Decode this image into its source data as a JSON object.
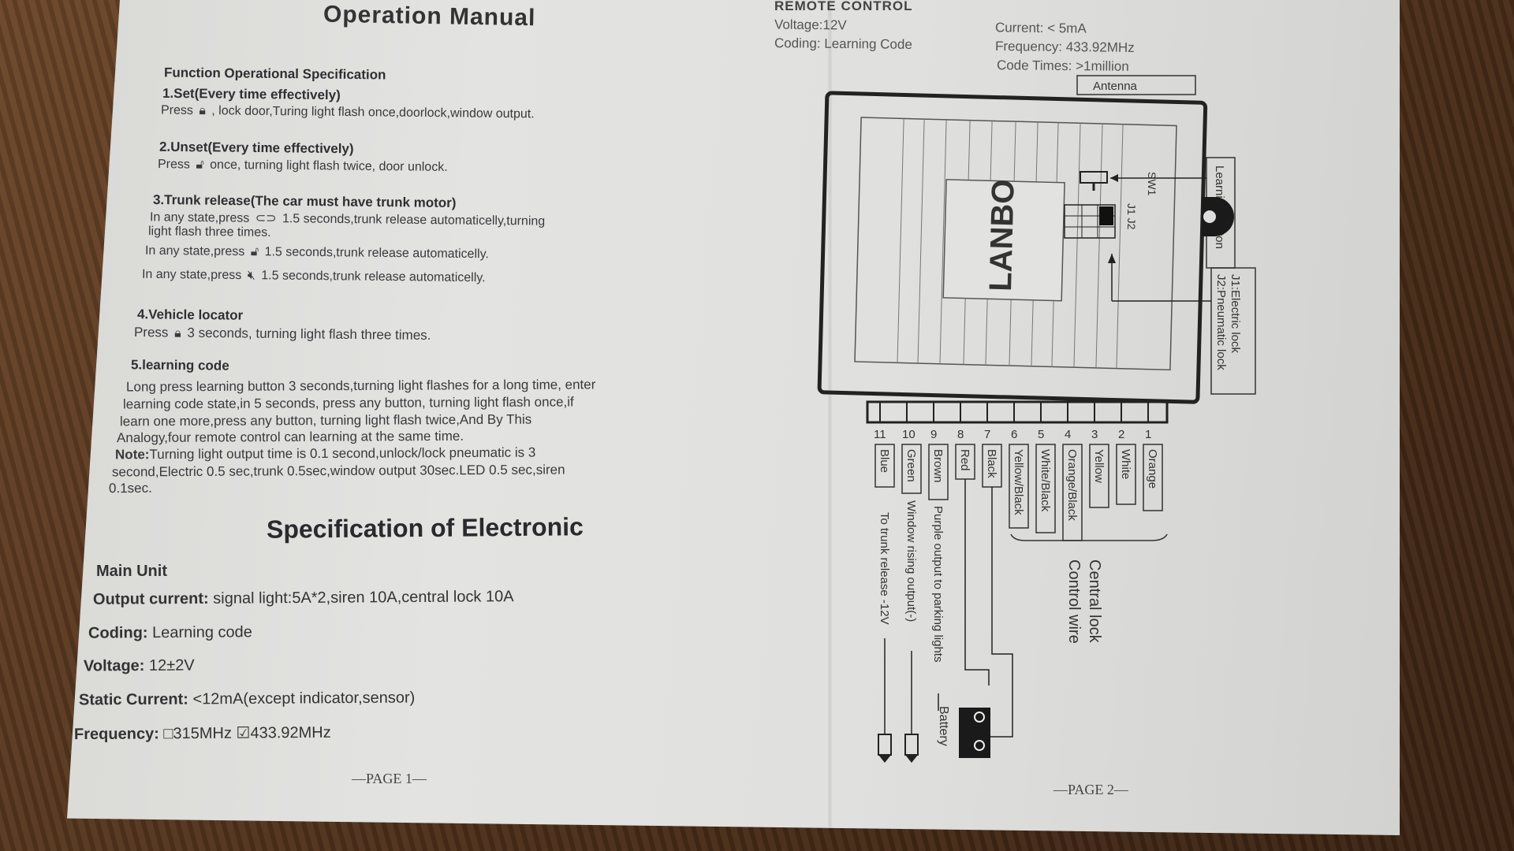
{
  "page1": {
    "title": "Operation Manual",
    "function_heading": "Function Operational Specification",
    "items": [
      {
        "heading": "1.Set(Every time effectively)",
        "lines": [
          {
            "prefix": "Press",
            "icon": "lock-icon",
            "text": ", lock door,Turing light flash once,doorlock,window output."
          }
        ]
      },
      {
        "heading": "2.Unset(Every time effectively)",
        "lines": [
          {
            "prefix": "Press",
            "icon": "unlock-icon",
            "text": "once, turning light flash twice, door unlock."
          }
        ]
      },
      {
        "heading": "3.Trunk release(The car must have trunk motor)",
        "lines": [
          {
            "prefix": "In any state,press",
            "icon": "trunk-icon",
            "text": "1.5 seconds,trunk release automaticelly,turning"
          },
          {
            "prefix": "",
            "icon": "",
            "text": "light flash three times."
          },
          {
            "prefix": "In any state,press",
            "icon": "unlock-icon",
            "text": "1.5 seconds,trunk release automaticelly."
          },
          {
            "prefix": "In any state,press",
            "icon": "mute-icon",
            "text": "1.5 seconds,trunk release automaticelly."
          }
        ]
      },
      {
        "heading": "4.Vehicle locator",
        "lines": [
          {
            "prefix": "Press",
            "icon": "lock-icon",
            "text": "3 seconds, turning light flash three times."
          }
        ]
      },
      {
        "heading": "5.learning code",
        "lines": [
          {
            "prefix": "",
            "icon": "",
            "text": "Long press learning button 3 seconds,turning light flashes for a long time, enter"
          },
          {
            "prefix": "",
            "icon": "",
            "text": "learning code state,in  5  seconds, press any button, turning light flash once,if"
          },
          {
            "prefix": "",
            "icon": "",
            "text": "learn one more,press any button, turning light flash twice,And By This"
          },
          {
            "prefix": "",
            "icon": "",
            "text": "Analogy,four remote control can learning at the same time."
          }
        ]
      }
    ],
    "note_label": "Note:",
    "note_lines": [
      "Turning light output time is 0.1 second,unlock/lock pneumatic is 3",
      "second,Electric 0.5 sec,trunk 0.5sec,window output 30sec.LED 0.5 sec,siren",
      "0.1sec."
    ],
    "spec_title": "Specification of Electronic",
    "main_unit": "Main Unit",
    "specs": [
      {
        "label": "Output current:",
        "value": "signal light:5A*2,siren 10A,central lock 10A"
      },
      {
        "label": "Coding:",
        "value": "Learning code"
      },
      {
        "label": "Voltage:",
        "value": "12±2V"
      },
      {
        "label": "Static Current:",
        "value": "<12mA(except indicator,sensor)"
      },
      {
        "label": "Frequency:",
        "value": "□315MHz ☑433.92MHz"
      }
    ],
    "page_mark": "—PAGE 1—"
  },
  "page2": {
    "remote_heading": "REMOTE CONTROL",
    "voltage": "Voltage:12V",
    "coding": "Coding: Learning Code",
    "current": "Current:  < 5mA",
    "frequency": "Frequency: 433.92MHz",
    "code_times": "Code Times: >1million",
    "antenna": "Antenna",
    "learning_button": "Learning Button",
    "sw1": "SW1",
    "jumpers": "J1  J2",
    "jumper_legend": [
      "J1:Electric lock",
      "J2:Pneumatic lock"
    ],
    "brand": "LANBO",
    "wires": [
      {
        "num": "11",
        "color": "Blue",
        "desc": "To trunk release -12V"
      },
      {
        "num": "10",
        "color": "Green",
        "desc": "Window rising output(-)"
      },
      {
        "num": "9",
        "color": "Brown",
        "desc": "Purple output to parking lights"
      },
      {
        "num": "8",
        "color": "Red",
        "desc": ""
      },
      {
        "num": "7",
        "color": "Black",
        "desc": ""
      },
      {
        "num": "6",
        "color": "Yellow/Black",
        "desc": ""
      },
      {
        "num": "5",
        "color": "White/Black",
        "desc": ""
      },
      {
        "num": "4",
        "color": "Orange/Black",
        "desc": ""
      },
      {
        "num": "3",
        "color": "Yellow",
        "desc": ""
      },
      {
        "num": "2",
        "color": "White",
        "desc": ""
      },
      {
        "num": "1",
        "color": "Orange",
        "desc": ""
      }
    ],
    "central_lock_1": "Central lock",
    "central_lock_2": "Control wire",
    "battery": "Battery",
    "page_mark": "—PAGE 2—"
  }
}
